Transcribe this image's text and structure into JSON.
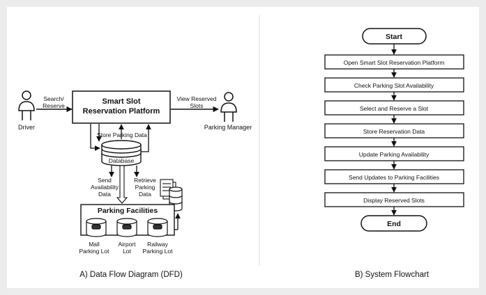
{
  "dfd": {
    "driver": {
      "label": "Driver",
      "action_lines": [
        "Search/",
        "Reserve"
      ]
    },
    "platform": {
      "title_lines": [
        "Smart Slot",
        "Reservation Platform"
      ]
    },
    "manager": {
      "label": "Parking Manager",
      "action_lines": [
        "View Reserved",
        "Slots"
      ]
    },
    "store_label": "Store Parking Data",
    "database_label": "Database",
    "send_lines": [
      "Send",
      "Availability",
      "Data"
    ],
    "retrieve_lines": [
      "Retrieve",
      "Parking",
      "Data"
    ],
    "facilities": {
      "title": "Parking Facilities",
      "lots": [
        {
          "lines": [
            "Mall",
            "Parking Lot"
          ]
        },
        {
          "lines": [
            "Airport",
            "Lot"
          ]
        },
        {
          "lines": [
            "Railway",
            "Parking Lot"
          ]
        }
      ]
    },
    "caption": "A) Data Flow Diagram (DFD)"
  },
  "flowchart": {
    "start": "Start",
    "steps": [
      "Open Smart Slot Reservation Platform",
      "Check Parking Slot Availability",
      "Select and Reserve a Slot",
      "Store Reservation Data",
      "Update Parking Availability",
      "Send Updates to Parking Facilities",
      "Display Reserved Slots"
    ],
    "end": "End",
    "caption": "B) System Flowchart"
  }
}
